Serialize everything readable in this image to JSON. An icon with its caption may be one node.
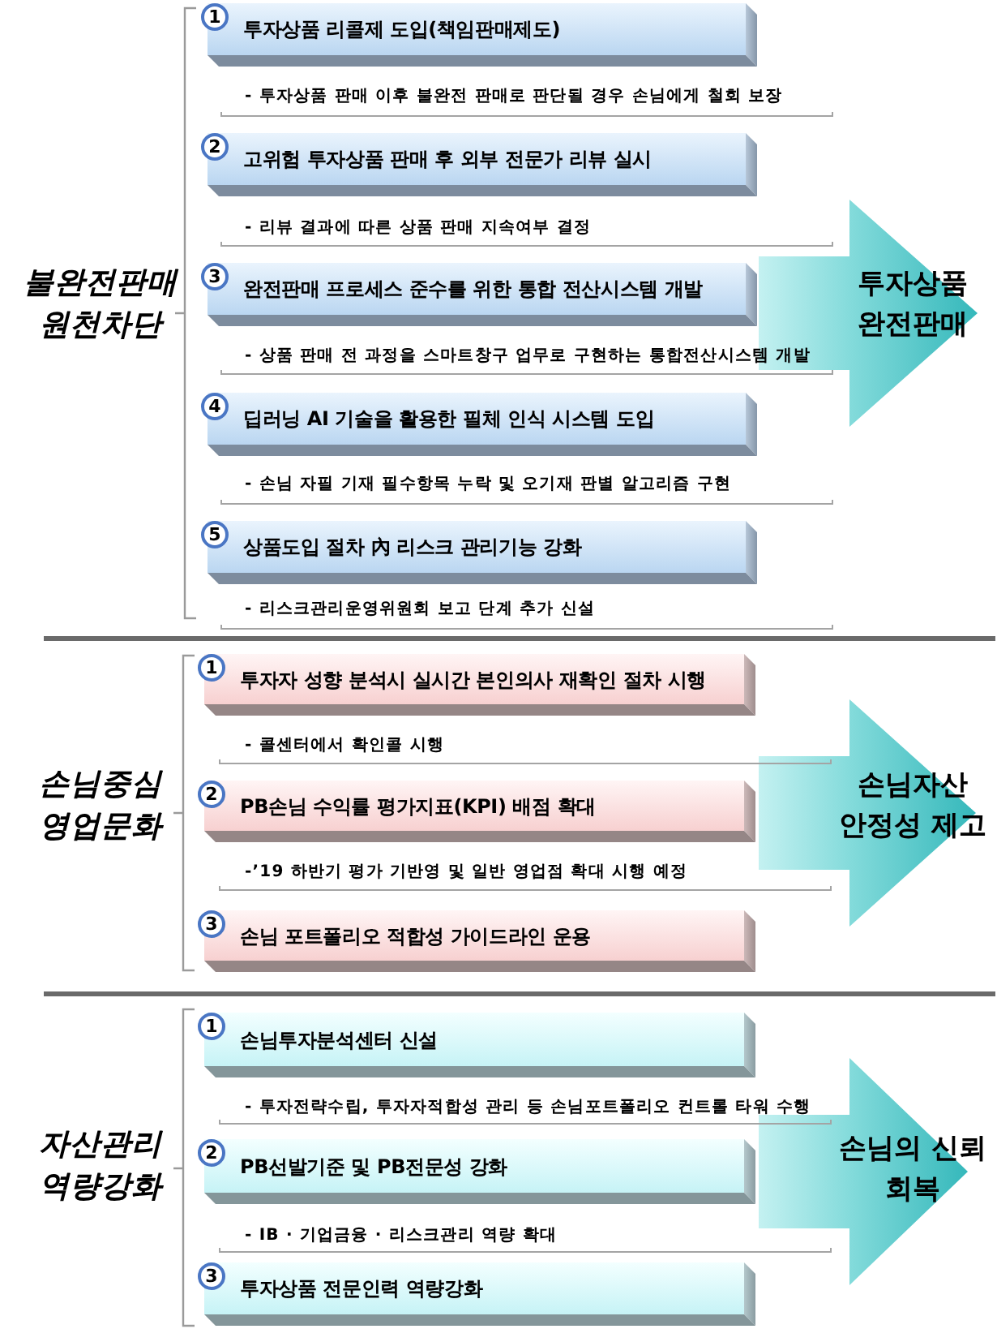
{
  "diagram": {
    "nodes": [
      {
        "text": [
          "1",
          "투자상품 리콜제 도입(책임판매제도)"
        ]
      },
      {
        "text": [
          "2",
          "고위험 투자상품 판매 후 외부 전문가 리뷰 실시"
        ]
      },
      {
        "text": [
          "3",
          "완전판매 프로세스 준수를 위한 통합 전산시스템 개발"
        ]
      },
      {
        "text": [
          "4",
          "딥러닝 AI 기술을 활용한 필체 인식 시스템 도입"
        ]
      },
      {
        "text": [
          "5",
          "상품도입 절차 內 리스크 관리기능 강화"
        ]
      },
      {
        "text": [
          "투자상품 완전판매"
        ]
      },
      {
        "text": [
          "1",
          "투자자 성향 분석시 실시간 본인의사 재확인 절차 시행"
        ]
      },
      {
        "text": [
          "2",
          "PB손님 수익률 평가지표(KPI) 배점 확대"
        ]
      },
      {
        "text": [
          "3",
          "손님 포트폴리오 적합성 가이드라인 운용"
        ]
      },
      {
        "text": [
          "손님자산 안정성 제고"
        ]
      },
      {
        "text": [
          "1",
          "손님투자분석센터 신설"
        ]
      },
      {
        "text": [
          "2",
          "PB선발기준 및 PB전문성 강화"
        ]
      },
      {
        "text": [
          "3",
          "투자상품 전문인력 역량강화"
        ]
      },
      {
        "text": [
          "손님의 신뢰 회복"
        ]
      }
    ],
    "labels": [
      "불완전판매 원천차단",
      "- 투자상품 판매 이후 불완전 판매로 판단될 경우 손님에게 철회 보장",
      "- 리뷰 결과에 따른 상품 판매 지속여부 결정",
      "- 상품 판매 전 과정을 스마트창구 업무로 구현하는 통합전산시스템 개발",
      "- 손님 자필 기재 필수항목 누락 및 오기재 판별 알고리즘 구현",
      "- 리스크관리운영위원회 보고 단계 추가 신설",
      "손님중심 영업문화",
      "- 콜센터에서 확인콜 시행",
      "-’19 하반기 평가 기반영 및 일반 영업점 확대 시행 예정",
      "자산관리 역량강화",
      "- 투자전략수립, 투자자적합성 관리 등 손님포트폴리오 컨트롤 타워 수행",
      "- IB · 기업금융 · 리스크관리 역량 확대"
    ]
  }
}
